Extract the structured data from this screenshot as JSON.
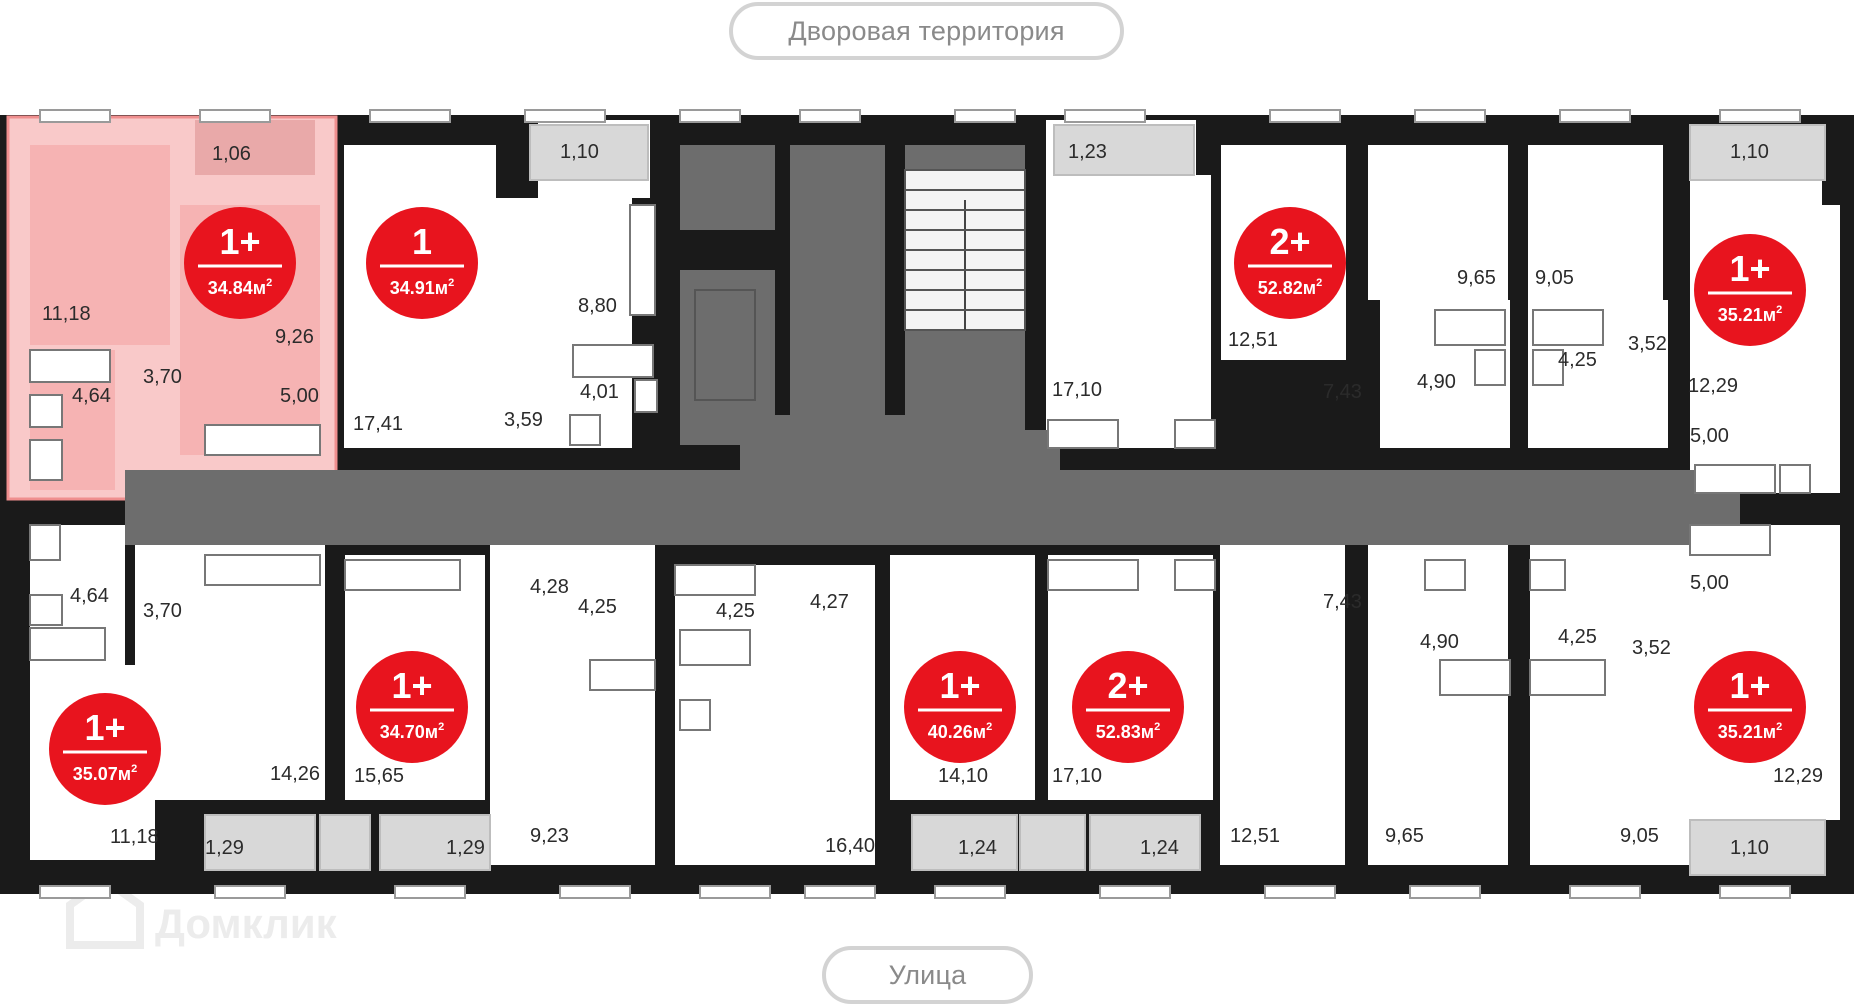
{
  "labels": {
    "courtyard": "Дворовая территория",
    "street": "Улица",
    "watermark": "Домклик"
  },
  "colors": {
    "badge": "#e8141e",
    "wall": "#1a1a1a",
    "common_area": "#6d6d6d",
    "highlight": "#f9c9c9",
    "balcony": "#d8d8d8"
  },
  "apartments": [
    {
      "id": "apt-top-1",
      "rooms": "1+",
      "area": "34.84",
      "unit": "м",
      "sup": "2",
      "highlighted": true
    },
    {
      "id": "apt-top-2",
      "rooms": "1",
      "area": "34.91",
      "unit": "м",
      "sup": "2",
      "highlighted": false
    },
    {
      "id": "apt-top-3",
      "rooms": "2+",
      "area": "52.82",
      "unit": "м",
      "sup": "2",
      "highlighted": false
    },
    {
      "id": "apt-top-4",
      "rooms": "1+",
      "area": "35.21",
      "unit": "м",
      "sup": "2",
      "highlighted": false
    },
    {
      "id": "apt-bot-1",
      "rooms": "1+",
      "area": "35.07",
      "unit": "м",
      "sup": "2",
      "highlighted": false
    },
    {
      "id": "apt-bot-2",
      "rooms": "1+",
      "area": "34.70",
      "unit": "м",
      "sup": "2",
      "highlighted": false
    },
    {
      "id": "apt-bot-3",
      "rooms": "1+",
      "area": "40.26",
      "unit": "м",
      "sup": "2",
      "highlighted": false
    },
    {
      "id": "apt-bot-4",
      "rooms": "2+",
      "area": "52.83",
      "unit": "м",
      "sup": "2",
      "highlighted": false
    },
    {
      "id": "apt-bot-5",
      "rooms": "1+",
      "area": "35.21",
      "unit": "м",
      "sup": "2",
      "highlighted": false
    }
  ],
  "room_areas": [
    "1,06",
    "11,18",
    "9,26",
    "3,70",
    "4,64",
    "5,00",
    "1,10",
    "8,80",
    "17,41",
    "4,01",
    "3,59",
    "1,23",
    "17,10",
    "12,51",
    "9,65",
    "7,43",
    "4,90",
    "9,05",
    "3,52",
    "4,25",
    "1,10",
    "12,29",
    "5,00",
    "4,64",
    "3,70",
    "11,18",
    "1,29",
    "14,26",
    "15,65",
    "1,29",
    "4,28",
    "4,25",
    "9,23",
    "4,25",
    "4,27",
    "16,40",
    "14,10",
    "1,24",
    "17,10",
    "1,24",
    "7,43",
    "4,90",
    "12,51",
    "9,65",
    "4,25",
    "3,52",
    "9,05",
    "1,10",
    "5,00",
    "12,29"
  ]
}
